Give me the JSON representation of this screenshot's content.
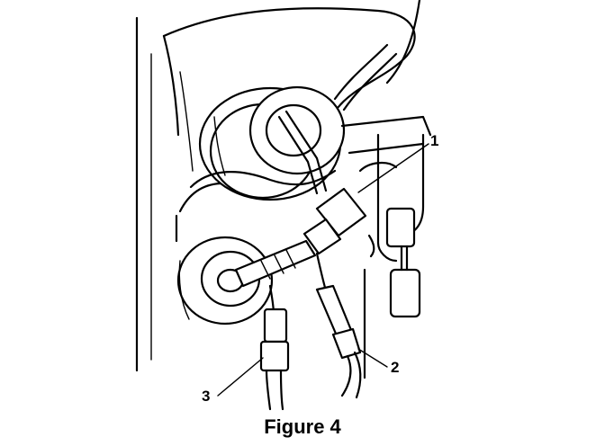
{
  "figure": {
    "caption": "Figure 4",
    "callouts": [
      {
        "id": "1",
        "label": "1"
      },
      {
        "id": "2",
        "label": "2"
      },
      {
        "id": "3",
        "label": "3"
      }
    ]
  }
}
